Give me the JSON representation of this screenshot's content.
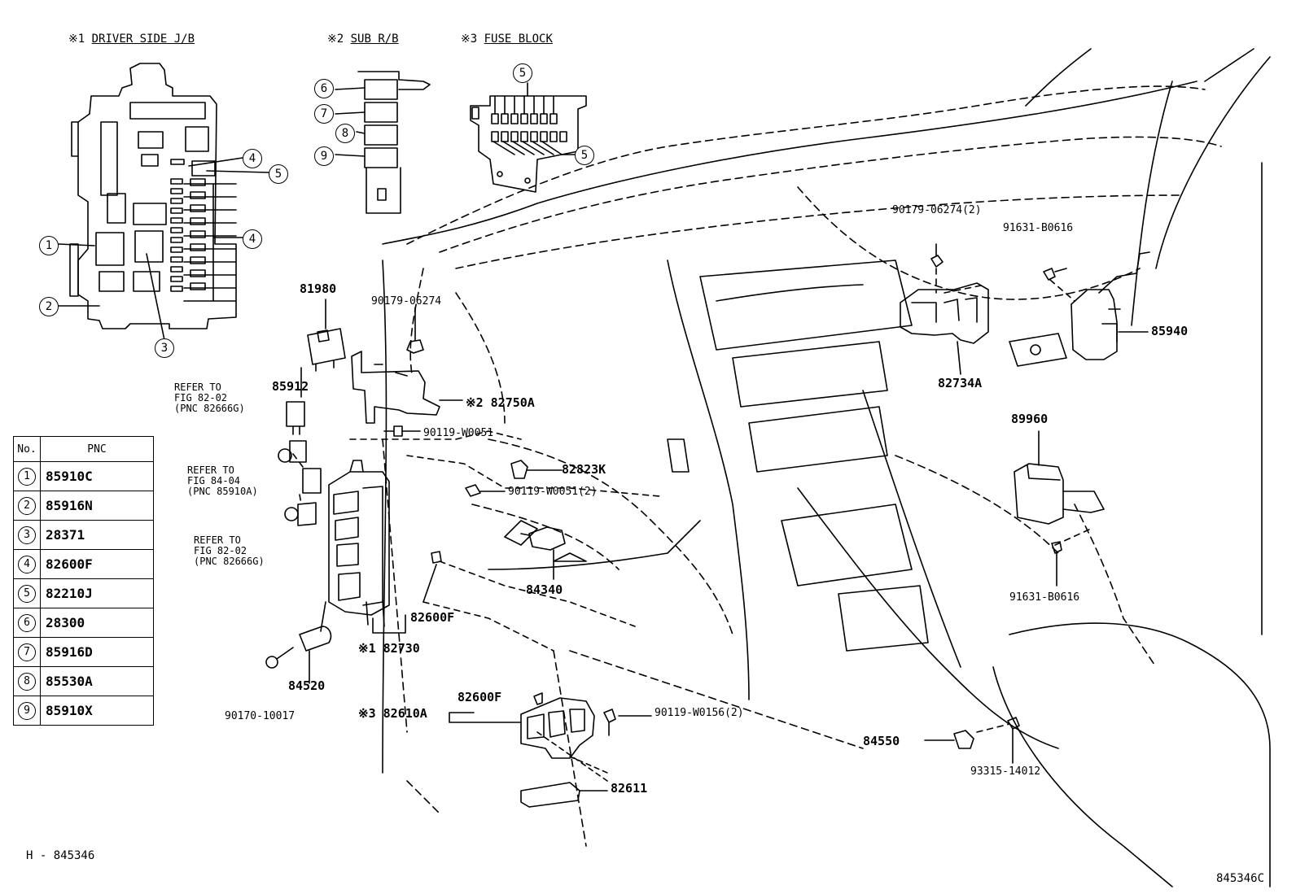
{
  "headers": {
    "h1_mark": "※1",
    "h1_text": "DRIVER SIDE J/B",
    "h2_mark": "※2",
    "h2_text": "SUB R/B",
    "h3_mark": "※3",
    "h3_text": "FUSE BLOCK"
  },
  "table": {
    "col_no": "No.",
    "col_pnc": "PNC",
    "rows": [
      {
        "no": "1",
        "pnc": "85910C"
      },
      {
        "no": "2",
        "pnc": "85916N"
      },
      {
        "no": "3",
        "pnc": "28371"
      },
      {
        "no": "4",
        "pnc": "82600F"
      },
      {
        "no": "5",
        "pnc": "82210J"
      },
      {
        "no": "6",
        "pnc": "28300"
      },
      {
        "no": "7",
        "pnc": "85916D"
      },
      {
        "no": "8",
        "pnc": "85530A"
      },
      {
        "no": "9",
        "pnc": "85910X"
      }
    ]
  },
  "callouts": {
    "jb_1": "1",
    "jb_2": "2",
    "jb_3": "3",
    "jb_4a": "4",
    "jb_4b": "4",
    "jb_5": "5",
    "rb_6": "6",
    "rb_7": "7",
    "rb_8": "8",
    "rb_9": "9",
    "fb_5a": "5",
    "fb_5b": "5"
  },
  "refs": {
    "ref1": "REFER TO\nFIG 82-02\n(PNC 82666G)",
    "ref2": "REFER TO\nFIG 84-04\n(PNC 85910A)",
    "ref3": "REFER TO\nFIG 82-02\n(PNC 82666G)"
  },
  "parts": {
    "p81980": "81980",
    "p85912": "85912",
    "p90179_06274": "90179-06274",
    "p82750A": "※2 82750A",
    "p90119_W0051": "90119-W0051",
    "p82823K": "82823K",
    "p90119_W0051_2": "90119-W0051(2)",
    "p84340": "84340",
    "p82600F_a": "82600F",
    "p82730": "※1 82730",
    "p84520": "84520",
    "p90170_10017": "90170-10017",
    "p82610A": "※3 82610A",
    "p82600F_b": "82600F",
    "p90119_W0156_2": "90119-W0156(2)",
    "p82611": "82611",
    "p90179_06274_2": "90179-06274(2)",
    "p91631_B0616_a": "91631-B0616",
    "p85940": "85940",
    "p82734A": "82734A",
    "p89960": "89960",
    "p91631_B0616_b": "91631-B0616",
    "p84550": "84550",
    "p93315_14012": "93315-14012"
  },
  "footer": {
    "left_code": "H - 845346",
    "right_code": "845346C"
  }
}
